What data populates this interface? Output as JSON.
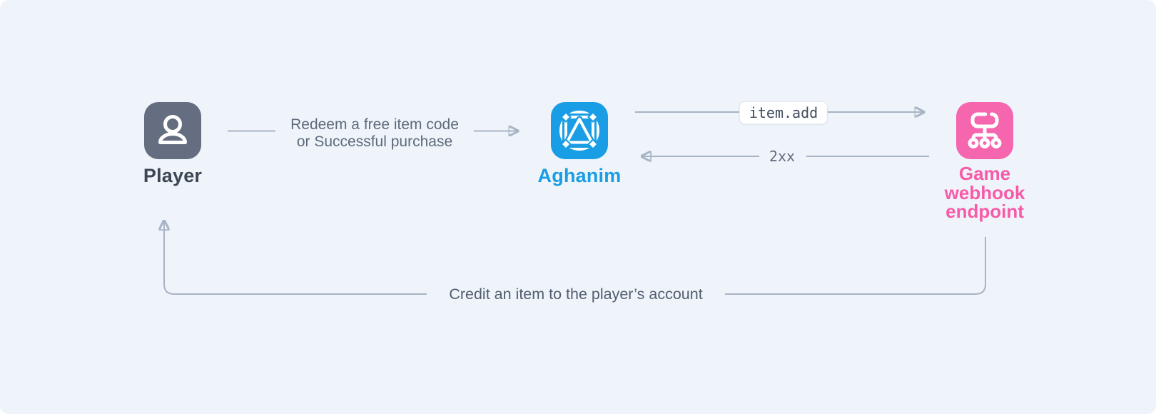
{
  "canvas": {
    "panel_bg": "#EFF4FA",
    "line_color": "#A7B4C5",
    "chip_bg": "#FFFFFF",
    "chip_border": "#E2E8F0"
  },
  "nodes": {
    "player": {
      "label": "Player",
      "color": "#646E80",
      "label_color": "#3D4754",
      "icon": "user-icon"
    },
    "aghanim": {
      "label": "Aghanim",
      "color": "#199DE4",
      "label_color": "#199DE4",
      "icon": "aghanim-logo-icon"
    },
    "webhook": {
      "label_line1": "Game",
      "label_line2": "webhook",
      "label_line3": "endpoint",
      "color": "#F666AE",
      "label_color": "#F75BA8",
      "icon": "webhook-tree-icon"
    }
  },
  "edges": {
    "redeem": {
      "label_line1": "Redeem a free item code",
      "label_line2": "or Successful purchase",
      "from": "Player",
      "to": "Aghanim"
    },
    "item_add": {
      "label": "item.add",
      "from": "Aghanim",
      "to": "Game webhook endpoint"
    },
    "response": {
      "label": "2xx",
      "from": "Game webhook endpoint",
      "to": "Aghanim"
    },
    "credit": {
      "label": "Credit an item to the player’s account",
      "from": "Game webhook endpoint",
      "to": "Player"
    }
  }
}
